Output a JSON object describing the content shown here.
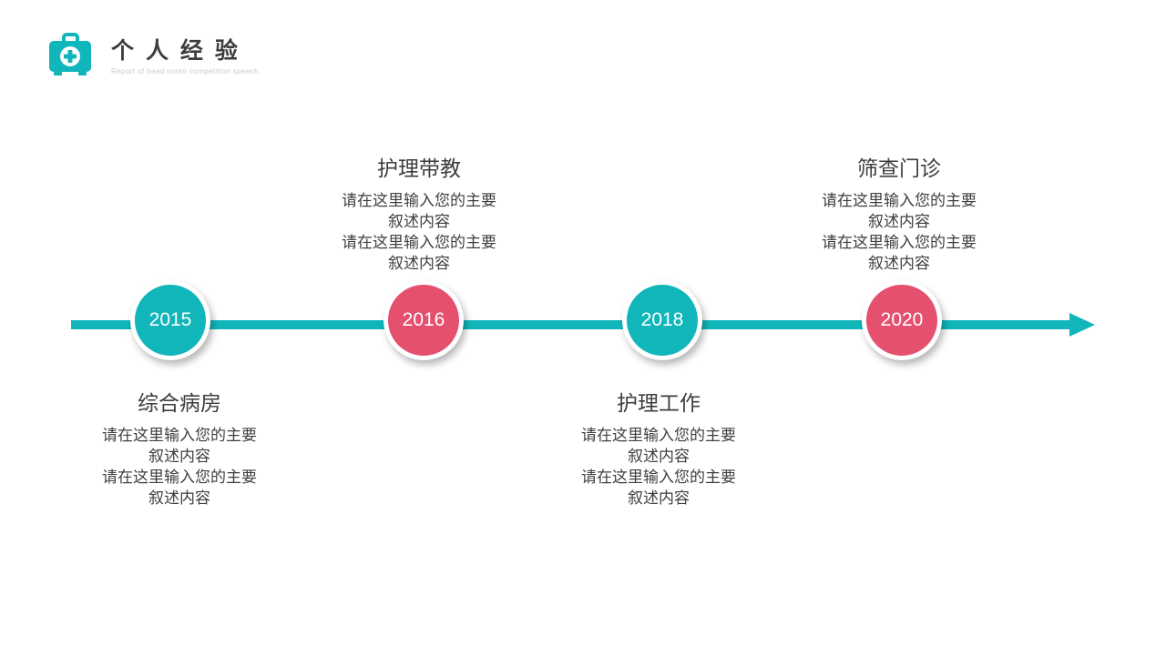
{
  "header": {
    "title": "个 人 经 验",
    "subtitle": "Report of head nurse competition speech",
    "icon": "first-aid-kit-icon"
  },
  "colors": {
    "teal": "#11b6ba",
    "pink": "#e5506f",
    "title_text": "#3d3d3d",
    "body_text": "#3f3f3f",
    "subtitle_text": "#cbcbcb",
    "year_text": "#ffffff"
  },
  "timeline": {
    "direction": "left-to-right-arrow",
    "milestones": [
      {
        "year": "2015",
        "node_color": "teal",
        "label_side": "below",
        "title": "综合病房",
        "lines": [
          "请在这里输入您的主要",
          "叙述内容",
          "请在这里输入您的主要",
          "叙述内容"
        ]
      },
      {
        "year": "2016",
        "node_color": "pink",
        "label_side": "above",
        "title": "护理带教",
        "lines": [
          "请在这里输入您的主要",
          "叙述内容",
          "请在这里输入您的主要",
          "叙述内容"
        ]
      },
      {
        "year": "2018",
        "node_color": "teal",
        "label_side": "below",
        "title": "护理工作",
        "lines": [
          "请在这里输入您的主要",
          "叙述内容",
          "请在这里输入您的主要",
          "叙述内容"
        ]
      },
      {
        "year": "2020",
        "node_color": "pink",
        "label_side": "above",
        "title": "筛查门诊",
        "lines": [
          "请在这里输入您的主要",
          "叙述内容",
          "请在这里输入您的主要",
          "叙述内容"
        ]
      }
    ]
  }
}
